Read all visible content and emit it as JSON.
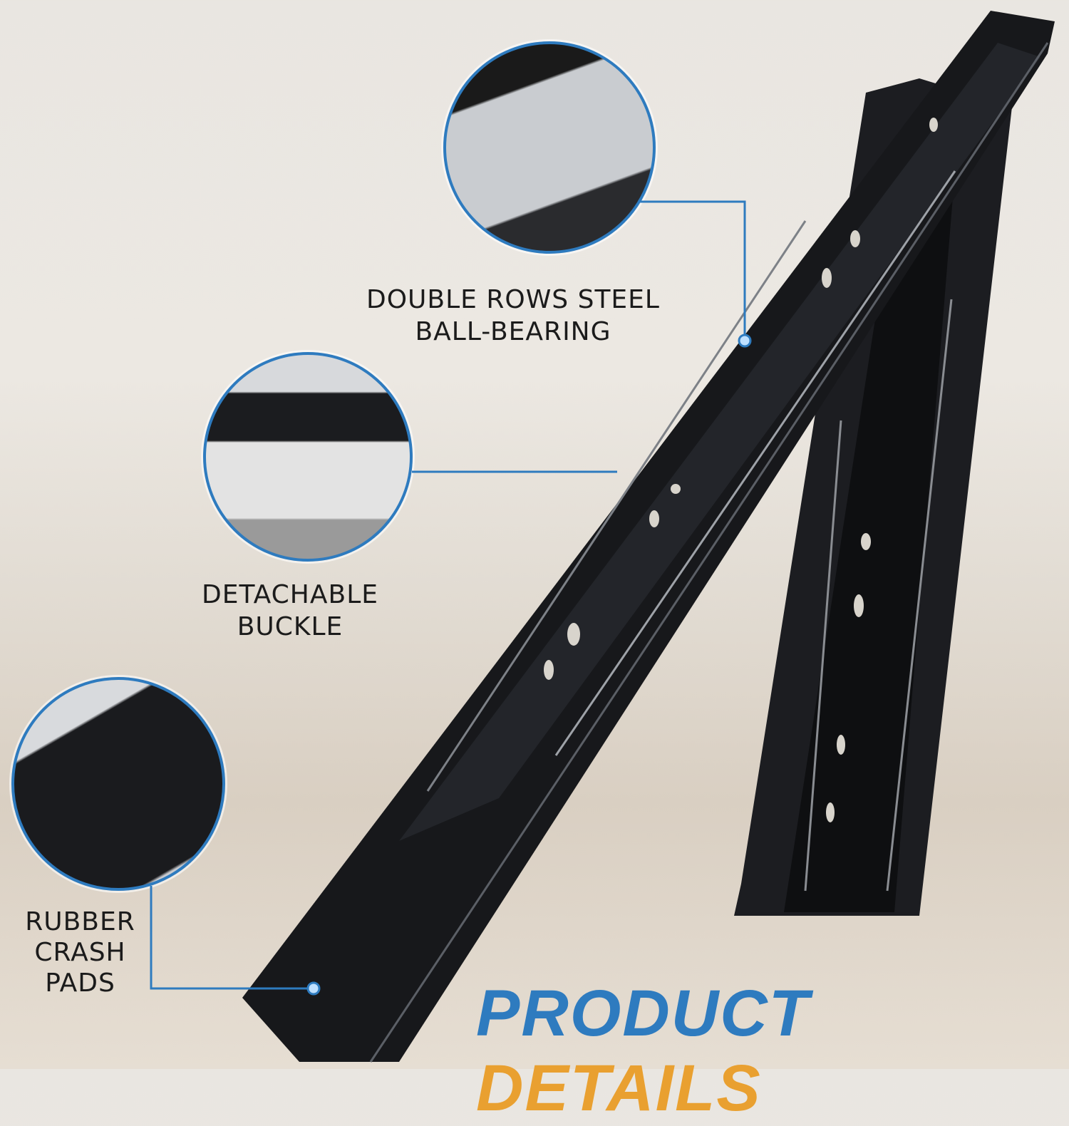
{
  "features": [
    {
      "label": "DOUBLE ROWS STEEL BALL-BEARING",
      "line1": "DOUBLE ROWS STEEL",
      "line2": "BALL-BEARING"
    },
    {
      "label": "DETACHABLE BUCKLE",
      "line1": "DETACHABLE",
      "line2": "BUCKLE"
    },
    {
      "label": "RUBBER CRASH PADS",
      "line1": "RUBBER",
      "line2": "CRASH",
      "line3": "PADS"
    }
  ],
  "title": {
    "word1": "PRODUCT",
    "word2": "DETAILS"
  },
  "colors": {
    "accent_blue": "#2e7bbf",
    "accent_orange": "#e9a030",
    "rail": "#141518"
  }
}
